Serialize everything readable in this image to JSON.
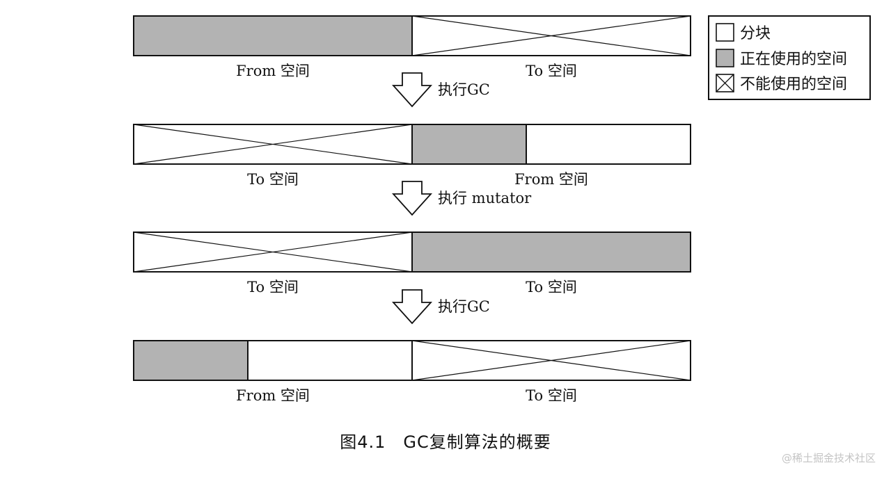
{
  "legend": {
    "items": [
      {
        "label": "分块"
      },
      {
        "label": "正在使用的空间"
      },
      {
        "label": "不能使用的空间"
      }
    ]
  },
  "rows": [
    {
      "halves": [
        {
          "label": "From 空间",
          "used_fraction": 1.0,
          "unusable": false
        },
        {
          "label": "To 空间",
          "used_fraction": 0,
          "unusable": true
        }
      ]
    },
    {
      "halves": [
        {
          "label": "To 空间",
          "used_fraction": 0,
          "unusable": true
        },
        {
          "label": "From 空间",
          "used_fraction": 0.41,
          "unusable": false
        }
      ]
    },
    {
      "halves": [
        {
          "label": "To 空间",
          "used_fraction": 0,
          "unusable": true
        },
        {
          "label": "To 空间",
          "used_fraction": 1.0,
          "unusable": false
        }
      ]
    },
    {
      "halves": [
        {
          "label": "From 空间",
          "used_fraction": 0.41,
          "unusable": false
        },
        {
          "label": "To 空间",
          "used_fraction": 0,
          "unusable": true
        }
      ]
    }
  ],
  "steps": [
    "执行GC",
    "执行 mutator",
    "执行GC"
  ],
  "caption": "图4.1　GC复制算法的概要",
  "watermark": "@稀土掘金技术社区",
  "colors": {
    "used": "#b3b3b3",
    "stroke": "#111111",
    "background": "#ffffff"
  }
}
